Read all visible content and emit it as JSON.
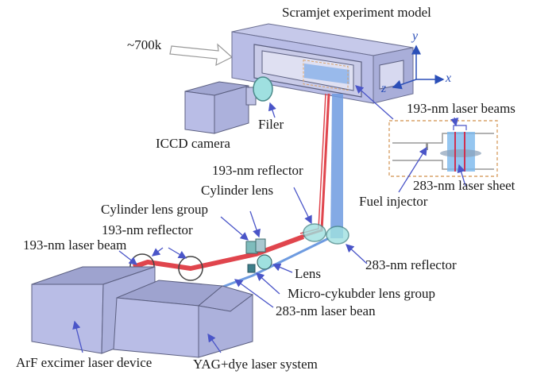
{
  "title": "Scramjet experiment model",
  "labels": {
    "scramjet_model": "Scramjet experiment model",
    "flow_temp": "~700k",
    "filter": "Filer",
    "iccd_camera": "ICCD camera",
    "beams_193": "193-nm laser beams",
    "laser_sheet_283": "283-nm laser sheet",
    "fuel_injector": "Fuel injector",
    "reflector_193_upper": "193-nm reflector",
    "cylinder_lens": "Cylinder lens",
    "cylinder_lens_group": "Cylinder lens group",
    "reflector_193_lower": "193-nm reflector",
    "laser_beam_193": "193-nm laser beam",
    "reflector_283": "283-nm reflector",
    "lens": "Lens",
    "micro_lens_group": "Micro-cykubder lens group",
    "laser_beam_283": "283-nm laser bean",
    "arf_laser": "ArF excimer laser device",
    "yag_laser": "YAG+dye laser system"
  },
  "axes": {
    "x": "x",
    "y": "y",
    "z": "z"
  },
  "colors": {
    "device_body": "#b9bde6",
    "device_top": "#9ea3cf",
    "device_edge": "#5b5f80",
    "beam_193": "#e0454d",
    "beam_283": "#6e9be0",
    "lens_fill": "#9fe0e0",
    "arrow": "#4a55c8",
    "dashed_box": "#d9a36a"
  }
}
